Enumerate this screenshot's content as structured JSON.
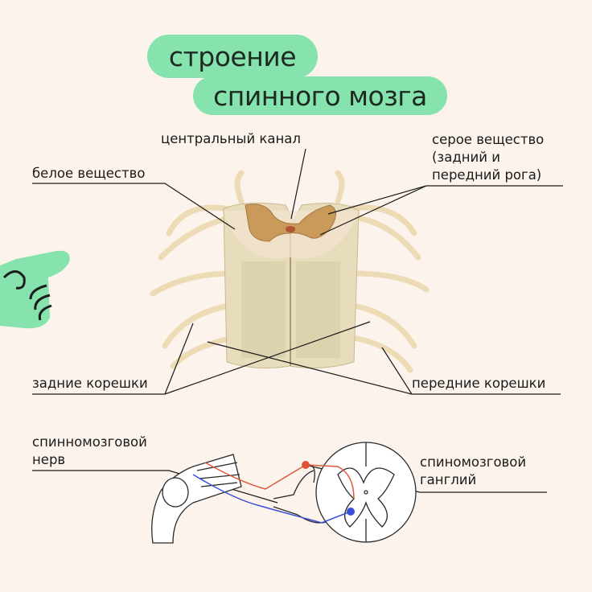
{
  "title": {
    "line1": "строение",
    "line2": "спинного мозга"
  },
  "labels": {
    "central_canal": "центральный канал",
    "grey_matter_1": "серое вещество",
    "grey_matter_2": "(задний и",
    "grey_matter_3": "передний рога)",
    "white_matter": "белое вещество",
    "dorsal_roots": "задние корешки",
    "ventral_roots": "передние корешки",
    "spinal_nerve_1": "спинномозговой",
    "spinal_nerve_2": "нерв",
    "ganglion_1": "спиномозговой",
    "ganglion_2": "ганглий"
  },
  "colors": {
    "accent": "#86e3ad",
    "background": "#fcf4ec",
    "sensory": "#e0553a",
    "motor": "#3a4fd8"
  }
}
